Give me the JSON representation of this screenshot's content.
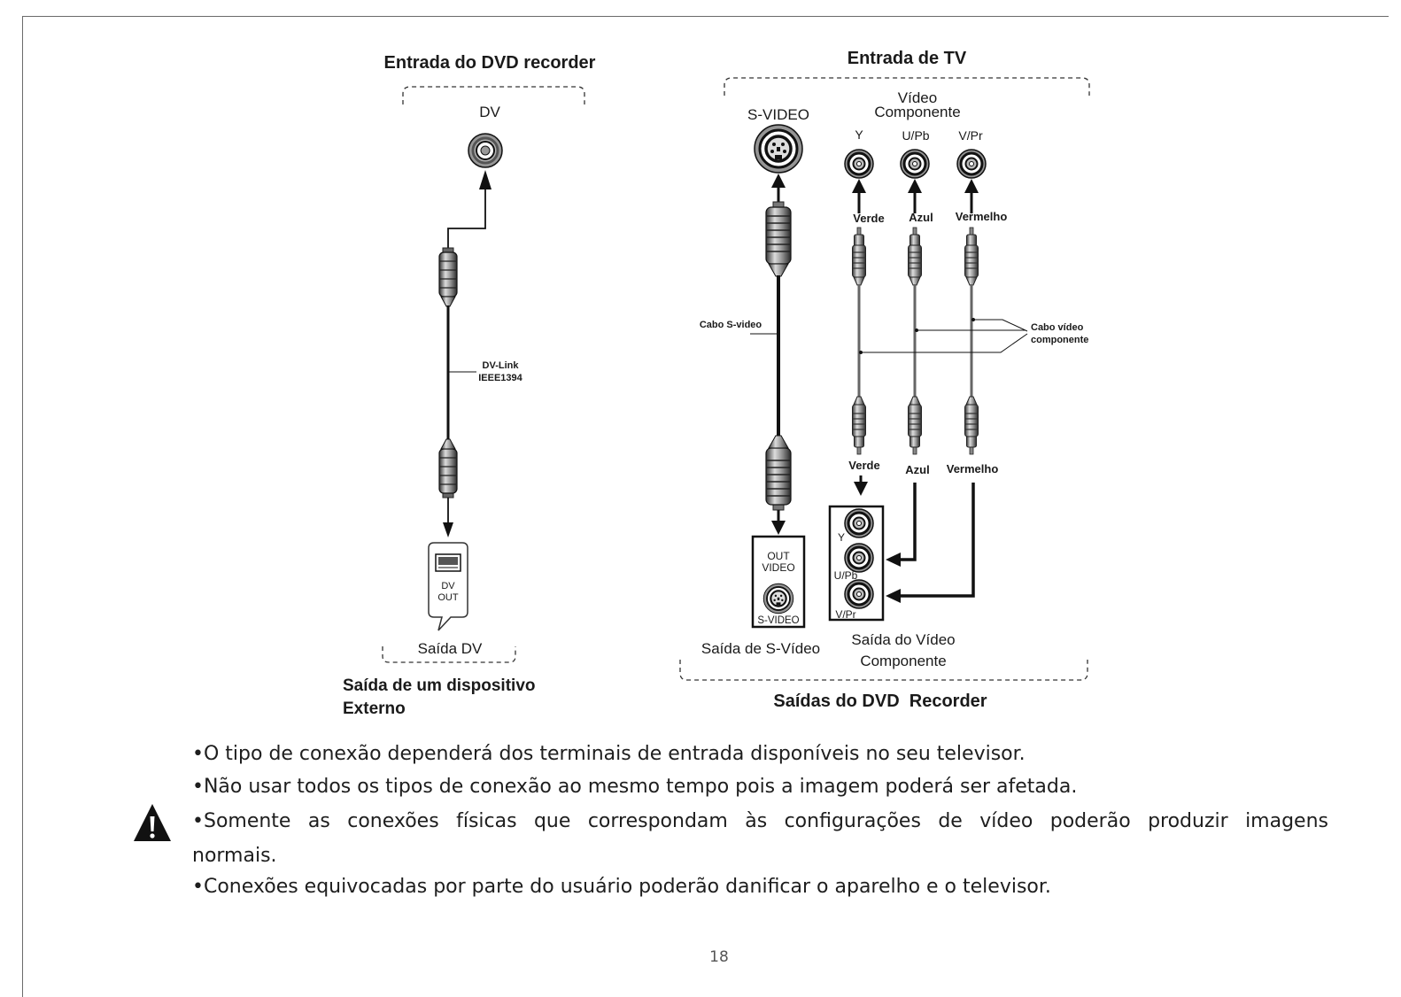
{
  "page": {
    "number": "18"
  },
  "left_diagram": {
    "title": "Entrada do DVD recorder",
    "dv_label": "DV",
    "cable_label_1": "DV-Link",
    "cable_label_2": "IEEE1394",
    "device_label_1": "DV",
    "device_label_2": "OUT",
    "output_label": "Saída DV",
    "source_label_1": "Saída de um dispositivo",
    "source_label_2": "Externo"
  },
  "right_diagram": {
    "title": "Entrada de TV",
    "svideo_label": "S-VIDEO",
    "component_label_1": "Vídeo",
    "component_label_2": "Componente",
    "input_jacks": [
      "Y",
      "U/Pb",
      "V/Pr"
    ],
    "colors_top": [
      "Verde",
      "Azul",
      "Vermelho"
    ],
    "svideo_cable": "Cabo S-video",
    "component_cable_1": "Cabo vídeo",
    "component_cable_2": "componente",
    "colors_bottom": [
      "Verde",
      "Azul",
      "Vermelho"
    ],
    "out_box": {
      "line1": "OUT",
      "line2": "VIDEO",
      "jack": "S-VIDEO"
    },
    "output_jacks": [
      "Y",
      "U/Pb",
      "V/Pr"
    ],
    "svideo_output": "Saída de S-Vídeo",
    "component_output_1": "Saída do Vídeo",
    "component_output_2": "Componente",
    "footer": "Saídas do DVD  Recorder"
  },
  "notes": [
    {
      "text": "•O tipo de conexão dependerá dos terminais de entrada disponíveis no seu televisor."
    },
    {
      "text": "•Não usar todos os tipos de conexão ao mesmo tempo pois a imagem poderá ser afetada."
    },
    {
      "text": "•Somente as conexões físicas que correspondam às configurações de vídeo poderão produzir imagens",
      "continuation": "normais."
    },
    {
      "text": "•Conexões equivocadas por parte do usuário poderão danificar o aparelho e o televisor."
    }
  ],
  "icons": {
    "warning": "warning-triangle-icon",
    "jack": "rca-jack-icon",
    "plug": "rca-plug-icon"
  }
}
